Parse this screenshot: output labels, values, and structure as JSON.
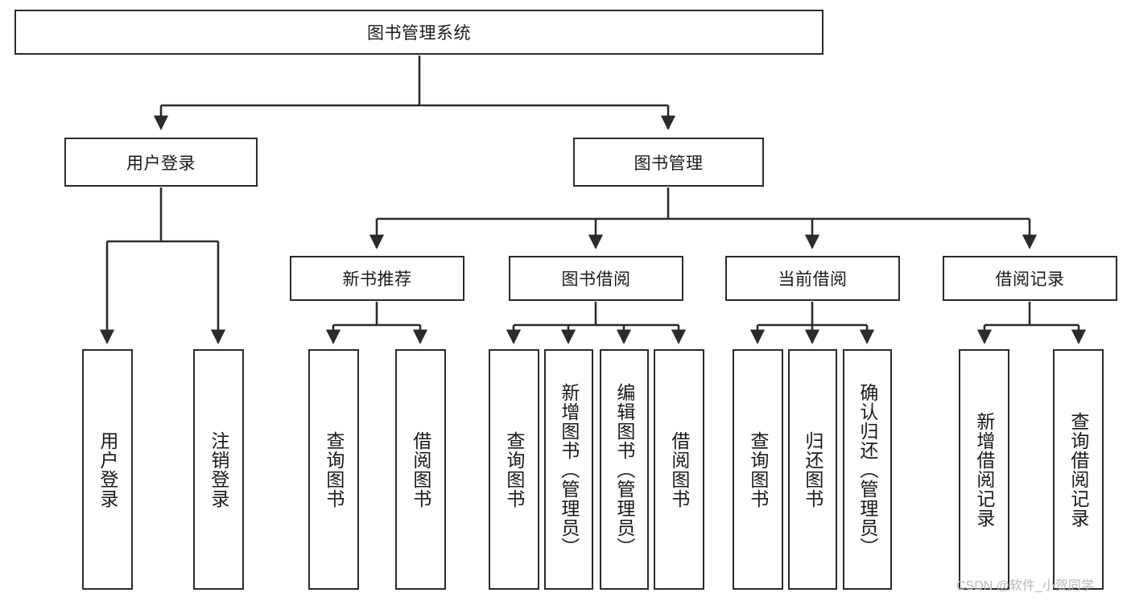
{
  "diagram": {
    "type": "hierarchy-tree",
    "title_node": "图书管理系统",
    "watermark": "CSDN @软件_小贺同学",
    "colors": {
      "stroke": "#2b2b2b",
      "fill": "#ffffff",
      "text": "#1a1a1a",
      "watermark": "#b9b9b9"
    },
    "levels": {
      "level1": [
        {
          "id": "root",
          "label": "图书管理系统"
        }
      ],
      "level2": [
        {
          "id": "user-login",
          "label": "用户登录"
        },
        {
          "id": "book-manage",
          "label": "图书管理"
        }
      ],
      "level3": [
        {
          "id": "new-book-rec",
          "label": "新书推荐"
        },
        {
          "id": "book-borrow",
          "label": "图书借阅"
        },
        {
          "id": "current-borrow",
          "label": "当前借阅"
        },
        {
          "id": "borrow-record",
          "label": "借阅记录"
        }
      ],
      "level4": [
        {
          "id": "leaf-user-login",
          "label": "用户登录",
          "parent": "user-login"
        },
        {
          "id": "leaf-logout",
          "label": "注销登录",
          "parent": "user-login"
        },
        {
          "id": "leaf-query-book-1",
          "label": "查询图书",
          "parent": "new-book-rec"
        },
        {
          "id": "leaf-borrow-book-1",
          "label": "借阅图书",
          "parent": "new-book-rec"
        },
        {
          "id": "leaf-query-book-2",
          "label": "查询图书",
          "parent": "book-borrow"
        },
        {
          "id": "leaf-add-book",
          "label": "新增图书（管理员）",
          "parent": "book-borrow"
        },
        {
          "id": "leaf-edit-book",
          "label": "编辑图书（管理员）",
          "parent": "book-borrow"
        },
        {
          "id": "leaf-borrow-book-2",
          "label": "借阅图书",
          "parent": "book-borrow"
        },
        {
          "id": "leaf-query-book-3",
          "label": "查询图书",
          "parent": "current-borrow"
        },
        {
          "id": "leaf-return-book",
          "label": "归还图书",
          "parent": "current-borrow"
        },
        {
          "id": "leaf-confirm-return",
          "label": "确认归还（管理员）",
          "parent": "current-borrow"
        },
        {
          "id": "leaf-add-record",
          "label": "新增借阅记录",
          "parent": "borrow-record"
        },
        {
          "id": "leaf-query-record",
          "label": "查询借阅记录",
          "parent": "borrow-record"
        }
      ]
    }
  }
}
